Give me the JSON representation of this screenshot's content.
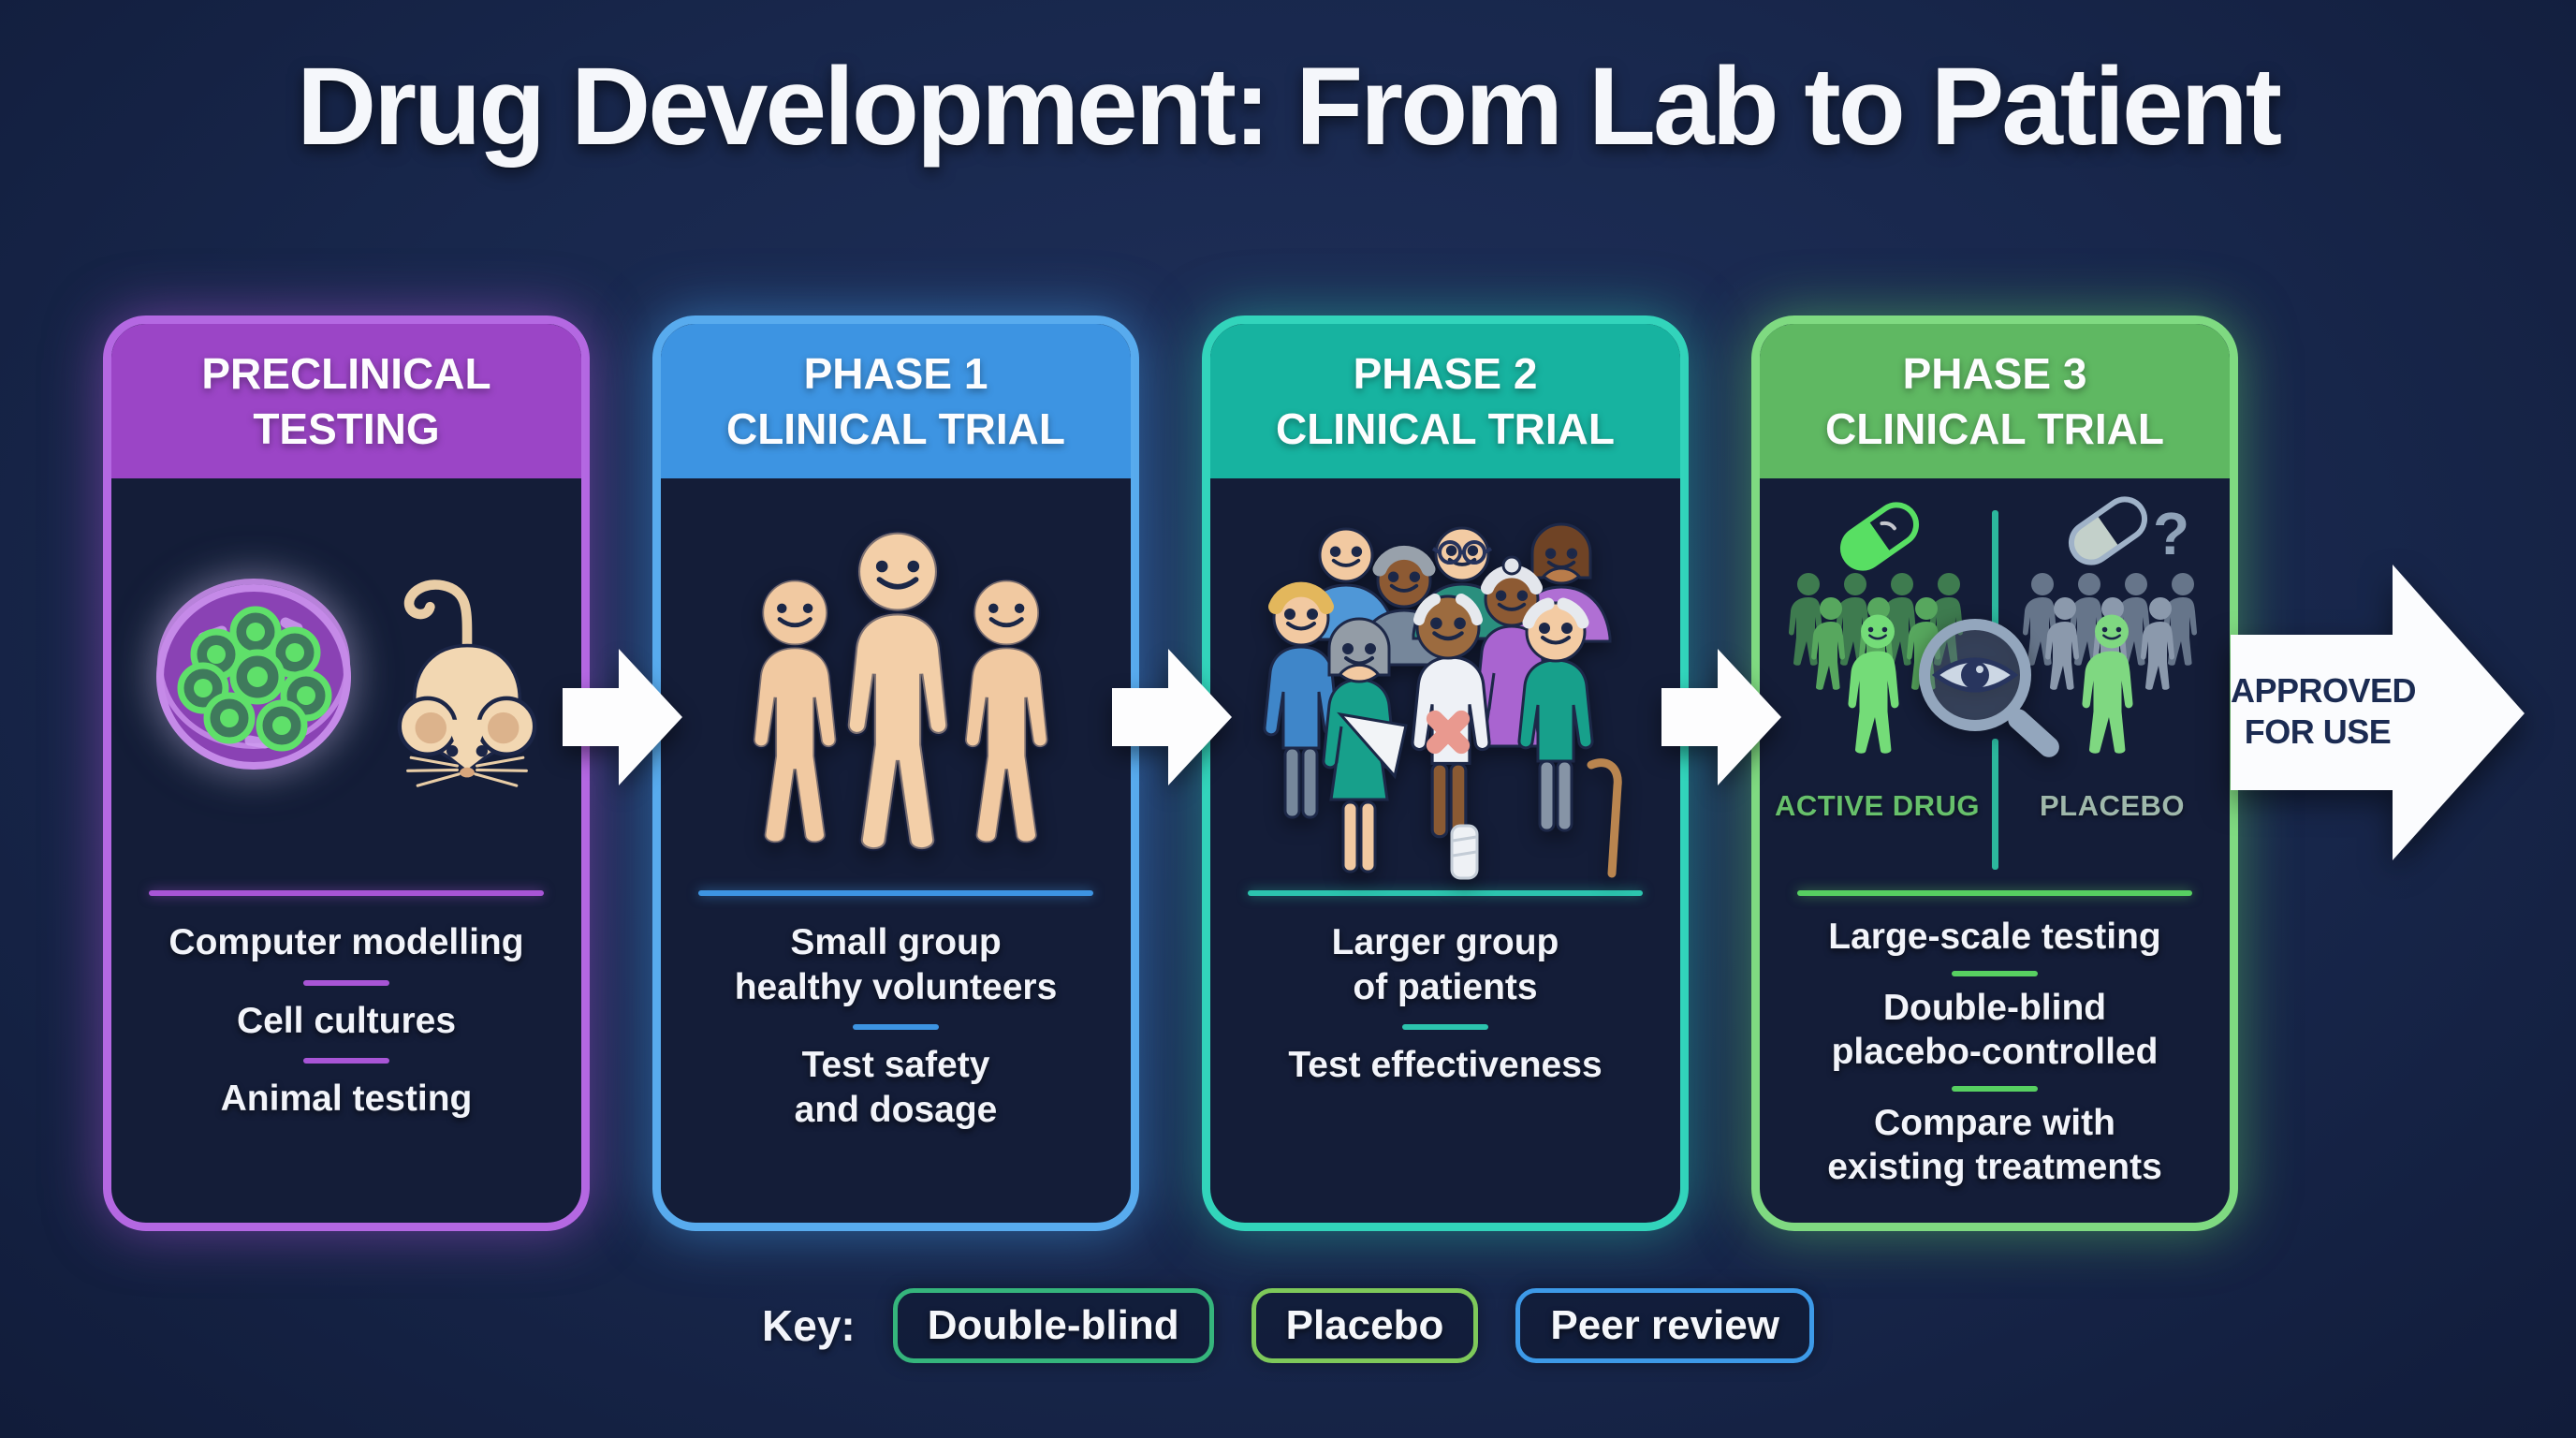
{
  "title": "Drug Development: From Lab to Patient",
  "palette": {
    "background": "#18274c",
    "card_body": "#141d38",
    "text": "#f5f7fb"
  },
  "cards": [
    {
      "name": "preclinical-testing",
      "header_lines": [
        "PRECLINICAL",
        "TESTING"
      ],
      "colors": {
        "header": "#9b45c6",
        "border": "#b468e2",
        "divider": "#a855d6",
        "glow": "rgba(167,85,214,0.55)"
      },
      "icons": [
        "petri-dish-icon",
        "mouse-icon"
      ],
      "items": [
        {
          "lines": [
            "Computer modelling"
          ]
        },
        {
          "lines": [
            "Cell cultures"
          ]
        },
        {
          "lines": [
            "Animal testing"
          ]
        }
      ]
    },
    {
      "name": "phase-1-clinical-trial",
      "header_lines": [
        "PHASE 1",
        "CLINICAL TRIAL"
      ],
      "colors": {
        "header": "#3d94e2",
        "border": "#58abee",
        "divider": "#3d94e2",
        "glow": "rgba(70,160,235,0.55)"
      },
      "icons": [
        "healthy-volunteers-icon"
      ],
      "items": [
        {
          "lines": [
            "Small group",
            "healthy volunteers"
          ]
        },
        {
          "lines": [
            "Test safety",
            "and dosage"
          ]
        }
      ]
    },
    {
      "name": "phase-2-clinical-trial",
      "header_lines": [
        "PHASE 2",
        "CLINICAL TRIAL"
      ],
      "colors": {
        "header": "#17b3a0",
        "border": "#32d4bb",
        "divider": "#2cc4ae",
        "glow": "rgba(45,200,175,0.5)"
      },
      "icons": [
        "patients-group-icon"
      ],
      "items": [
        {
          "lines": [
            "Larger group",
            "of patients"
          ]
        },
        {
          "lines": [
            "Test effectiveness"
          ]
        }
      ]
    },
    {
      "name": "phase-3-clinical-trial",
      "header_lines": [
        "PHASE 3",
        "CLINICAL TRIAL"
      ],
      "colors": {
        "header": "#5fb862",
        "border": "#7fda81",
        "divider": "#57d061",
        "glow": "rgba(100,215,105,0.5)"
      },
      "icons": [
        "active-capsule-icon",
        "placebo-capsule-icon",
        "active-crowd-icon",
        "placebo-crowd-icon",
        "magnifier-eye-icon"
      ],
      "split": {
        "active_label": "ACTIVE DRUG",
        "placebo_label": "PLACEBO",
        "question_mark": "?",
        "active_color": "#67c06b",
        "placebo_color": "#9fb8ab"
      },
      "items": [
        {
          "lines": [
            "Large-scale testing"
          ]
        },
        {
          "lines": [
            "Double-blind",
            "placebo-controlled"
          ]
        },
        {
          "lines": [
            "Compare with",
            "existing treatments"
          ]
        }
      ]
    }
  ],
  "approved_arrow": {
    "lines": [
      "APPROVED",
      "FOR USE"
    ],
    "text_color": "#1b2b52"
  },
  "key": {
    "label": "Key:",
    "badges": [
      {
        "label": "Double-blind",
        "border_color": "#35b57c"
      },
      {
        "label": "Placebo",
        "border_color": "#7ec95a"
      },
      {
        "label": "Peer review",
        "border_color": "#3d9ae8"
      }
    ]
  }
}
